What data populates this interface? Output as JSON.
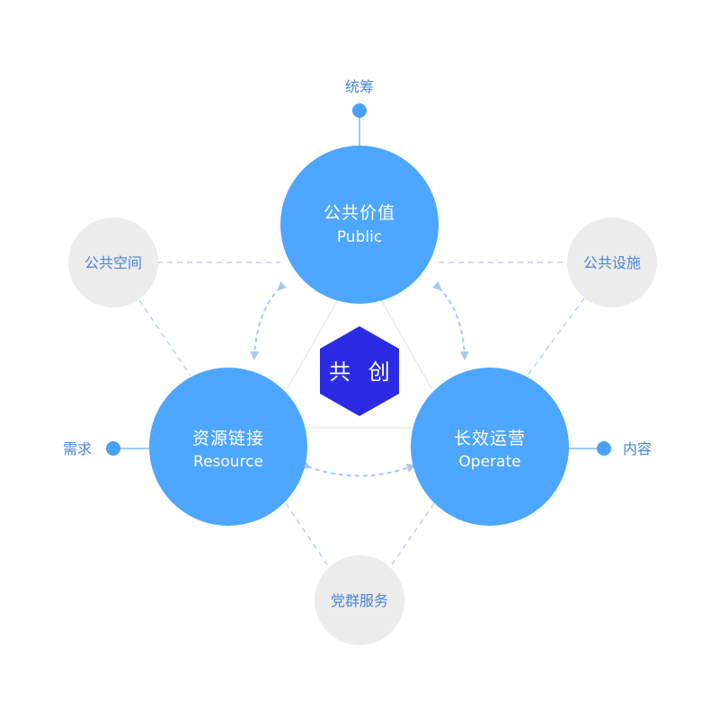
{
  "colors": {
    "main_circle": "#4da6ff",
    "grey_circle": "#ececec",
    "center_hex": "#2b2be6",
    "arrow": "#a9c8f2",
    "dashed_line": "#b9d3f5",
    "label_blue": "#4a86d6",
    "dot": "#4aa0f5"
  },
  "center": {
    "label": "共 创"
  },
  "main_nodes": {
    "public": {
      "zh": "公共价值",
      "en": "Public"
    },
    "resource": {
      "zh": "资源链接",
      "en": "Resource"
    },
    "operate": {
      "zh": "长效运营",
      "en": "Operate"
    }
  },
  "grey_nodes": {
    "public_space": "公共空间",
    "public_facilities": "公共设施",
    "party_service": "党群服务"
  },
  "endpoints": {
    "top": "统筹",
    "left": "需求",
    "right": "内容"
  }
}
